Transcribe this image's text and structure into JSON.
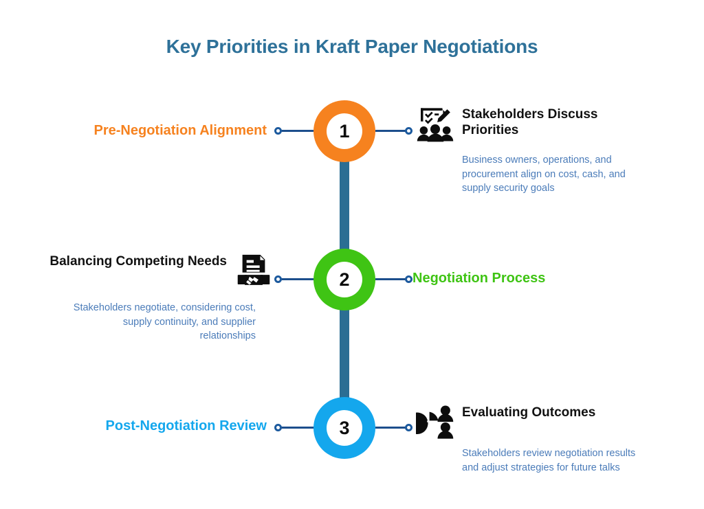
{
  "page": {
    "title": "Key Priorities in Kraft Paper Negotiations",
    "background_color": "#FFFFFF",
    "title_color": "#2E7199",
    "spine_color": "#2B6E93",
    "connector_color": "#1C4E8C",
    "description_color": "#4B7CB9"
  },
  "steps": [
    {
      "number": "1",
      "accent_color": "#F6821F",
      "side_label": "Pre-Negotiation Alignment",
      "side_label_position": "left",
      "icon": "clipboard-checklist-people-icon",
      "heading": "Stakeholders Discuss Priorities",
      "description": "Business owners, operations, and procurement align on cost, cash, and supply security goals",
      "content_position": "right"
    },
    {
      "number": "2",
      "accent_color": "#3FC414",
      "side_label": "Negotiation Process",
      "side_label_position": "right",
      "icon": "contract-handshake-icon",
      "heading": "Balancing Competing Needs",
      "description": "Stakeholders negotiate, considering cost, supply continuity, and supplier relationships",
      "content_position": "left"
    },
    {
      "number": "3",
      "accent_color": "#14A7ED",
      "side_label": "Post-Negotiation Review",
      "side_label_position": "left",
      "icon": "pie-chart-people-icon",
      "heading": "Evaluating Outcomes",
      "description": "Stakeholders review negotiation results and adjust strategies for future talks",
      "content_position": "right"
    }
  ]
}
